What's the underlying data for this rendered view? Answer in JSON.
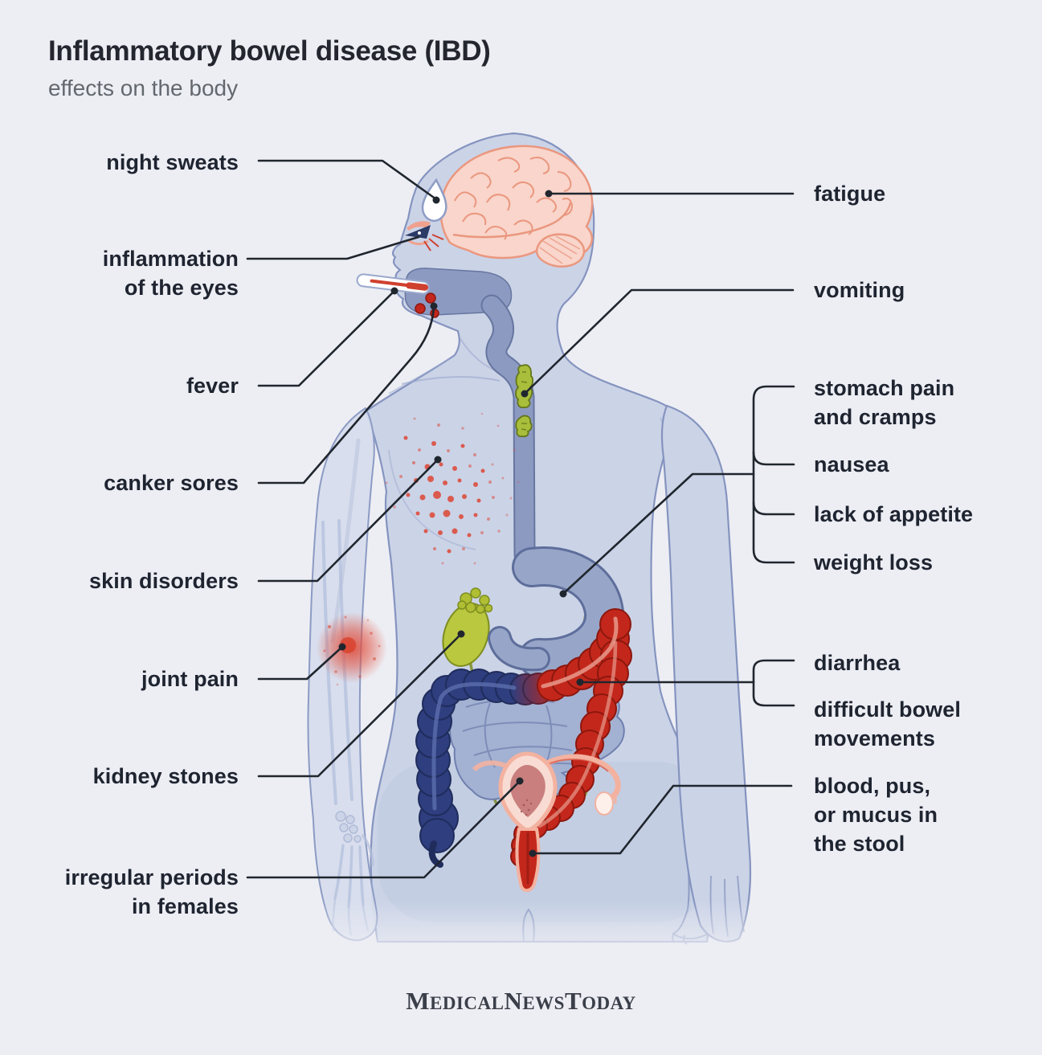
{
  "header": {
    "title": "Inflammatory bowel disease (IBD)",
    "subtitle": "effects on the body"
  },
  "labels": {
    "left": [
      {
        "text": "night sweats"
      },
      {
        "text": "inflammation\nof the eyes"
      },
      {
        "text": "fever"
      },
      {
        "text": "canker sores"
      },
      {
        "text": "skin disorders"
      },
      {
        "text": "joint pain"
      },
      {
        "text": "kidney stones"
      },
      {
        "text": "irregular periods\nin females"
      }
    ],
    "right": [
      {
        "text": "fatigue"
      },
      {
        "text": "vomiting"
      },
      {
        "text": "stomach pain\nand cramps"
      },
      {
        "text": "nausea"
      },
      {
        "text": "lack of appetite"
      },
      {
        "text": "weight loss"
      },
      {
        "text": "diarrhea"
      },
      {
        "text": "difficult bowel\nmovements"
      },
      {
        "text": "blood, pus,\nor mucus in\nthe stool"
      }
    ]
  },
  "footer": {
    "word1_initial": "M",
    "word1_rest": "edical",
    "word2_initial": "N",
    "word2_rest": "ews",
    "word3_initial": "T",
    "word3_rest": "oday"
  },
  "colors": {
    "bg": "#EDEEF4",
    "title": "#23262E",
    "subtitle": "#63686F",
    "label": "#1E2430",
    "logo": "#3A3F49",
    "leader-line": "#20262E",
    "body-fill": "#CBD3E7",
    "body-outline": "#8594BF",
    "brain-pink": "#F9D5CB",
    "inflamed-red": "#DC4F3E",
    "organ-red": "#C3271B",
    "colon-navy": "#2E3E7E",
    "bile-green": "#A9BE3B",
    "kidney-green": "#B9C83F",
    "digestive-blue": "#8C9AC2"
  }
}
